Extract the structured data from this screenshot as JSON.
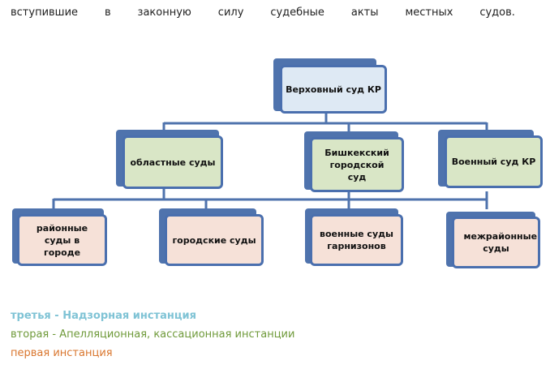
{
  "intro": {
    "words": [
      "вступившие",
      "в",
      "законную",
      "силу",
      "судебные",
      "акты",
      "местных",
      "судов."
    ]
  },
  "diagram": {
    "top": {
      "label": "Верховный суд КР"
    },
    "middle": [
      {
        "label": "областные суды"
      },
      {
        "label": "Бишкекский городской суд"
      },
      {
        "label": "Военный суд КР"
      }
    ],
    "bottom": [
      {
        "label": "районные суды в городе"
      },
      {
        "label": "городские суды"
      },
      {
        "label": "военные суды гарнизонов"
      },
      {
        "label": "межрайонные суды"
      }
    ]
  },
  "legend": {
    "third": "третья - Надзорная инстанция",
    "second": "вторая - Апелляционная, кассационная инстанции",
    "first": "первая инстанция"
  },
  "colors": {
    "connector": "#4f73ad",
    "third": "#7fc3d5",
    "second": "#6f9a3a",
    "first": "#d9762e"
  }
}
